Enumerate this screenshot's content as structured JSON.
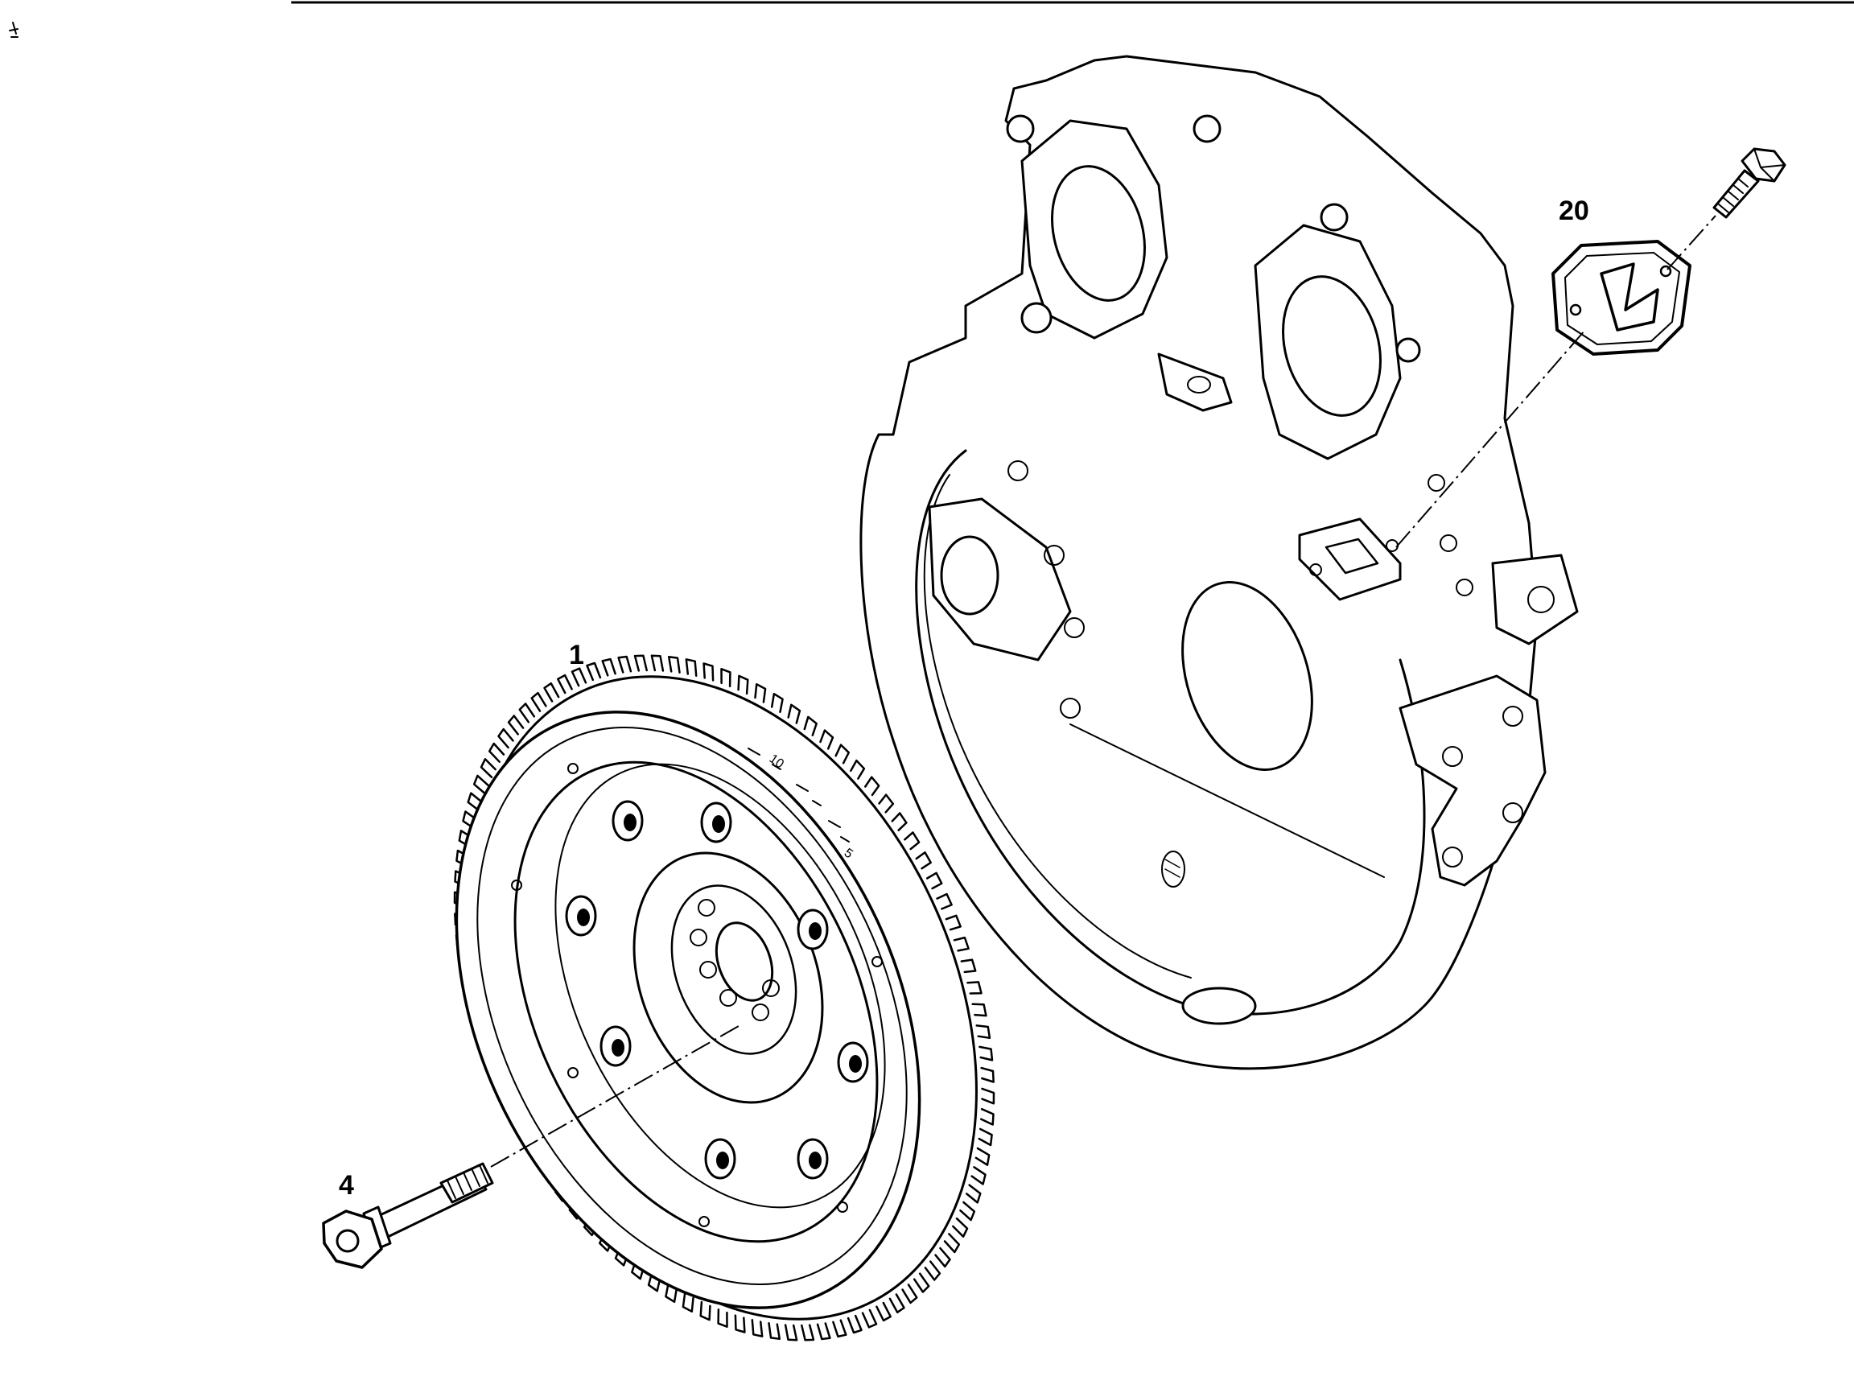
{
  "diagram": {
    "callouts": [
      {
        "id": "flywheel",
        "label": "1"
      },
      {
        "id": "bolt",
        "label": "4"
      },
      {
        "id": "cover-plate",
        "label": "20"
      }
    ],
    "flywheel_markings": [
      "10",
      "5"
    ],
    "colors": {
      "ink": "#000000",
      "paper": "#ffffff"
    }
  }
}
